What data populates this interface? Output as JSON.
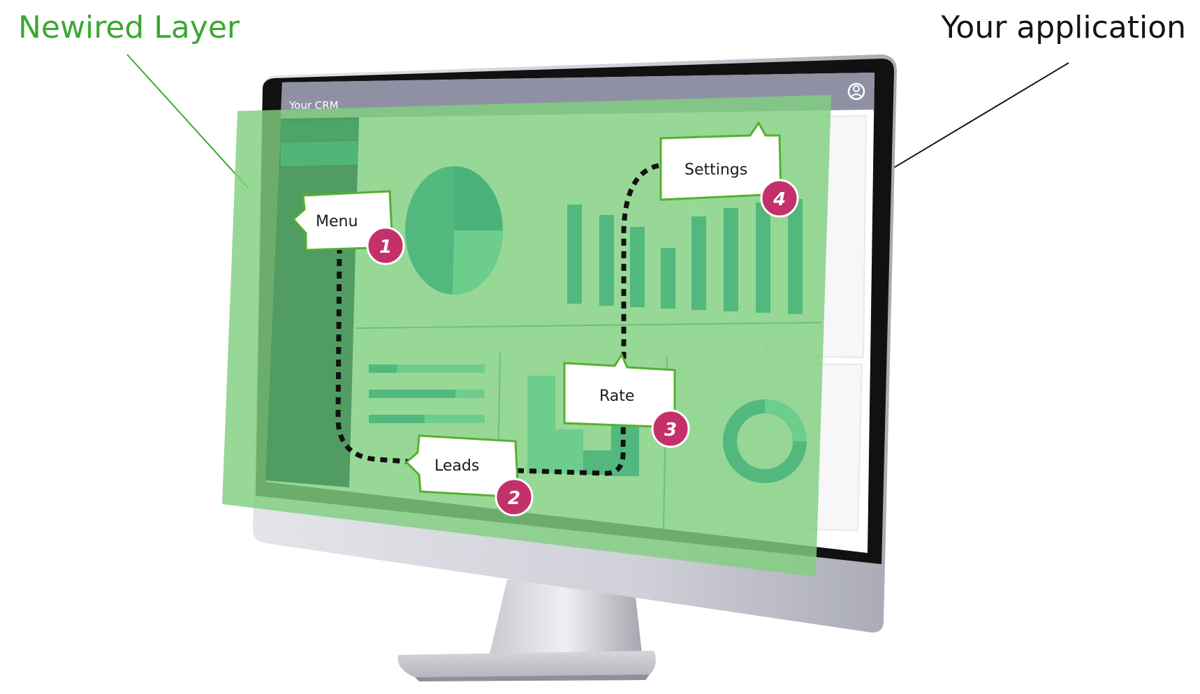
{
  "labels": {
    "newired_layer": "Newired Layer",
    "your_application": "Your application"
  },
  "app": {
    "title": "Your CRM"
  },
  "tooltips": [
    {
      "label": "Menu",
      "step": "1"
    },
    {
      "label": "Leads",
      "step": "2"
    },
    {
      "label": "Rate",
      "step": "3"
    },
    {
      "label": "Settings",
      "step": "4"
    }
  ],
  "colors": {
    "overlay_green": "#80d080",
    "brand_green": "#3aa830",
    "step_badge": "#c4306a",
    "bezel": "#111111",
    "titlebar": "#8f90a4"
  },
  "icons": {
    "profile": "user-circle-icon"
  }
}
